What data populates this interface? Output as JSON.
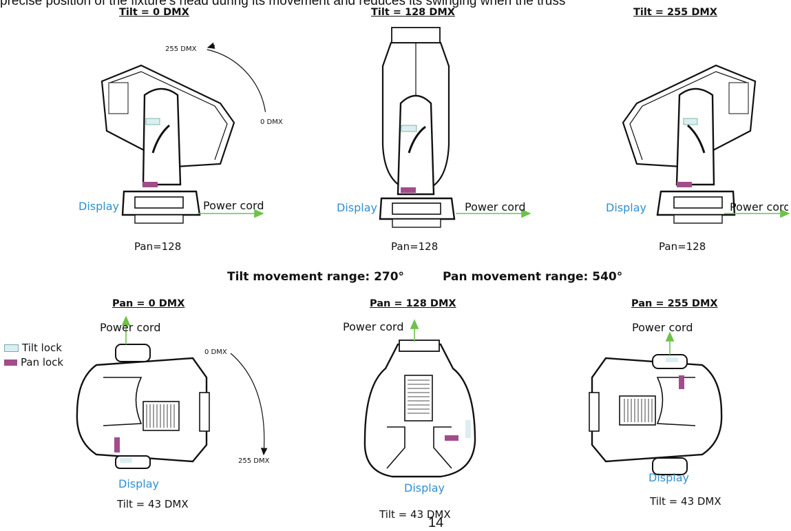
{
  "intro_line": "precise position of the fixture’s head during its movement and reduces its swinging when the truss",
  "tilt_section": {
    "panels": [
      {
        "title": "Tilt = 0 DMX",
        "caption": "Pan=128",
        "display_label": "Display",
        "power_label": "Power cord"
      },
      {
        "title": "Tilt = 128 DMX",
        "caption": "Pan=128",
        "display_label": "Display",
        "power_label": "Power cord"
      },
      {
        "title": "Tilt = 255 DMX",
        "caption": "Pan=128",
        "display_label": "Display",
        "power_label": "Power cord"
      }
    ],
    "arc_start_label": "0 DMX",
    "arc_end_label": "255 DMX"
  },
  "range_text": {
    "tilt": "Tilt movement range: 270°",
    "pan": "Pan movement range: 540°"
  },
  "pan_section": {
    "panels": [
      {
        "title": "Pan = 0 DMX",
        "caption": "Tilt = 43 DMX",
        "display_label": "Display",
        "power_label": "Power cord"
      },
      {
        "title": "Pan = 128 DMX",
        "caption": "Tilt = 43 DMX",
        "display_label": "Display",
        "power_label": "Power cord"
      },
      {
        "title": "Pan = 255 DMX",
        "caption": "Tilt = 43 DMX",
        "display_label": "Display",
        "power_label": "Power cord"
      }
    ],
    "arc_start_label": "0 DMX",
    "arc_end_label": "255 DMX"
  },
  "legend": {
    "tilt_lock": "Tilt  lock",
    "pan_lock": "Pan  lock"
  },
  "page_number": "14",
  "colors": {
    "display_label": "#2f8fd0",
    "power_arrow": "#6cc24a",
    "tilt_lock": "#dbeef3",
    "pan_lock": "#a24d8b"
  }
}
